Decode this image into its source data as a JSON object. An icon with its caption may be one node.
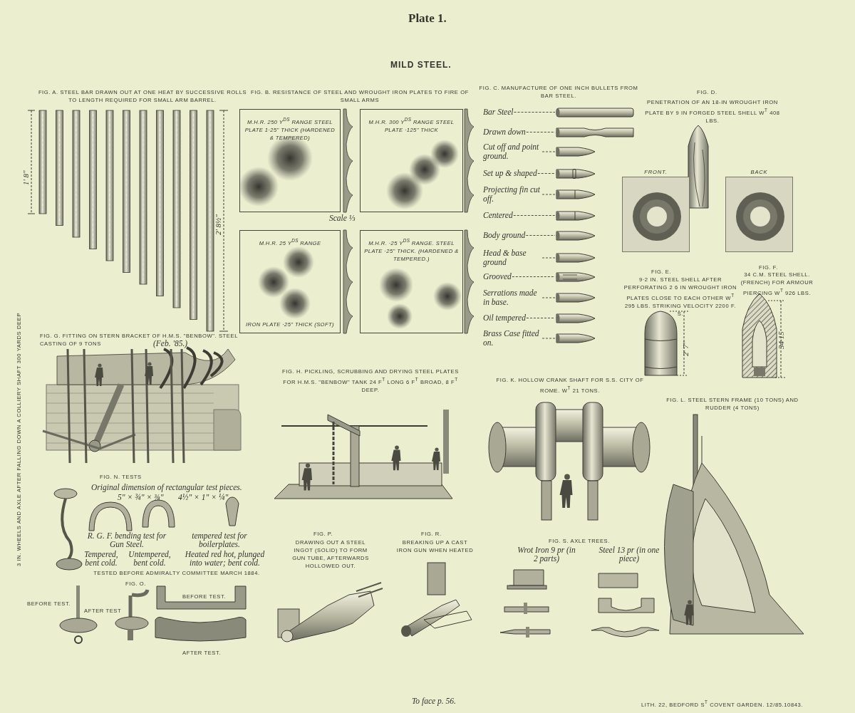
{
  "diagram": {
    "title": "Plate 1.",
    "nodes": [
      {
        "text": [
          "M.H.R. 250 Y$^{DS}$ RANGE STEEL PLATE 1·25\" THICK (HARDENED & TEMPERED)"
        ]
      },
      {
        "text": [
          "M.H.R. 300 Y$^{DS}$ RANGE STEEL PLATE ·125\" THICK"
        ]
      },
      {
        "text": [
          "M.H.R. 25 Y$^{DS}$ RANGE",
          "IRON PLATE ·25\" THICK (SOFT)"
        ]
      },
      {
        "text": [
          "M.H.R. ·25 Y$^{DS}$ RANGE. STEEL PLATE ·25\" THICK. (HARDENED & TEMPERED.)"
        ]
      },
      {
        "text": [
          "FRONT."
        ]
      },
      {
        "text": [
          "BACK"
        ]
      },
      {
        "text": [
          "Bar Steel"
        ]
      },
      {
        "text": [
          "Drawn down"
        ]
      },
      {
        "text": [
          "Cut off and point ground."
        ]
      },
      {
        "text": [
          "Set up & shaped"
        ]
      },
      {
        "text": [
          "Projecting fin cut off."
        ]
      },
      {
        "text": [
          "Centered"
        ]
      },
      {
        "text": [
          "Body ground"
        ]
      },
      {
        "text": [
          "Head & base ground"
        ]
      },
      {
        "text": [
          "Grooved"
        ]
      },
      {
        "text": [
          "Serrations made in base."
        ]
      },
      {
        "text": [
          "Oil tempered"
        ]
      },
      {
        "text": [
          "Brass Case fitted on."
        ]
      },
      {
        "text": [],
        "shape": "picture"
      },
      {
        "text": [],
        "shape": "picture"
      },
      {
        "text": [],
        "shape": "picture"
      },
      {
        "text": [],
        "shape": "picture"
      },
      {
        "text": [],
        "shape": "picture"
      },
      {
        "text": [],
        "shape": "picture"
      },
      {
        "text": [],
        "shape": "picture"
      },
      {
        "text": [],
        "shape": "picture"
      },
      {
        "text": [],
        "shape": "picture"
      },
      {
        "text": [],
        "shape": "picture"
      },
      {
        "text": [],
        "shape": "picture"
      },
      {
        "text": [],
        "shape": "picture"
      }
    ],
    "edges": [
      {
        "from": 6,
        "to": 18,
        "arrow": "none",
        "style": "dashed"
      },
      {
        "from": 7,
        "to": 19,
        "arrow": "none",
        "style": "dashed"
      },
      {
        "from": 8,
        "to": 20,
        "arrow": "none",
        "style": "dashed"
      },
      {
        "from": 9,
        "to": 21,
        "arrow": "none",
        "style": "dashed"
      },
      {
        "from": 10,
        "to": 22,
        "arrow": "none",
        "style": "dashed"
      },
      {
        "from": 11,
        "to": 23,
        "arrow": "none",
        "style": "dashed"
      },
      {
        "from": 12,
        "to": 24,
        "arrow": "none",
        "style": "dashed"
      },
      {
        "from": 13,
        "to": 25,
        "arrow": "none",
        "style": "dashed"
      },
      {
        "from": 14,
        "to": 26,
        "arrow": "none",
        "style": "dashed"
      },
      {
        "from": 15,
        "to": 27,
        "arrow": "none",
        "style": "dashed"
      },
      {
        "from": 16,
        "to": 28,
        "arrow": "none",
        "style": "dashed"
      },
      {
        "from": 17,
        "to": 29,
        "arrow": "none",
        "style": "dashed"
      }
    ],
    "labels": [
      "MILD STEEL.",
      "FIG. A. STEEL BAR DRAWN OUT AT ONE HEAT BY SUCCESSIVE ROLLS TO LENGTH REQUIRED FOR SMALL ARM BARREL.",
      "1' 8\"",
      "2' 8½\"",
      "FIG. B. RESISTANCE OF STEEL AND WROUGHT IRON PLATES TO FIRE OF SMALL ARMS",
      "Scale ⅓",
      "FIG. C. MANUFACTURE OF ONE INCH BULLETS FROM BAR STEEL.",
      "FIG. D.",
      "PENETRATION OF AN 18-IN WROUGHT IRON PLATE BY 9 IN FORGED STEEL SHELL W$^{T}$ 408 LBS.",
      "FIG. E.",
      "9·2 IN. STEEL SHELL AFTER PERFORATING 2 6 IN WROUGHT IRON PLATES CLOSE TO EACH OTHER W$^{T}$ 295 LBS. STRIKING VELOCITY 2200 F. S.",
      "2' 7\"",
      "FIG. F.",
      "34 C.M. STEEL SHELL. (FRENCH) FOR ARMOUR PIERCING W$^{T}$ 926 LBS.",
      "34·15",
      "FIG. G. FITTING ON STERN BRACKET OF H.M.S. \"BENBOW\". STEEL CASTING OF 9 TONS",
      "(Feb. '85.)",
      "FIG. H. PICKLING, SCRUBBING AND DRYING STEEL PLATES FOR H.M.S. \"BENBOW\" TANK 24 F$^{T}$ LONG 6 F$^{T}$ BROAD, 8 F$^{T}$ DEEP.",
      "FIG. K. HOLLOW CRANK SHAFT FOR S.S. CITY OF ROME. W$^{T}$ 21 TONS.",
      "FIG. L. STEEL STERN FRAME (10 TONS) AND RUDDER (4 TONS)",
      "3 IN. WHEELS AND AXLE AFTER FALLING DOWN A COLLIERY SHAFT 300 YARDS DEEP",
      "FIG. N. TESTS",
      "Original dimension of rectangular test pieces.",
      "5\" × ¾\" × ⅜\"",
      "4½\" × 1\" × ¼\"",
      "R. G. F. bending test for Gun Steel.",
      "tempered test for boilerplates.",
      "Tempered, bent cold.",
      "Untempered, bent cold.",
      "Heated red hot, plunged into water; bent cold.",
      "TESTED BEFORE ADMIRALTY COMMITTEE MARCH 1884.",
      "BEFORE TEST.",
      "AFTER TEST",
      "FIG. O.",
      "BEFORE TEST.",
      "AFTER TEST.",
      "FIG. P.",
      "DRAWING OUT A STEEL INGOT (SOLID) TO FORM GUN TUBE, AFTERWARDS HOLLOWED OUT.",
      "FIG. R.",
      "BREAKING UP A CAST IRON GUN WHEN HEATED",
      "FIG. S. AXLE TREES.",
      "Wrot Iron 9 pr (in 2 parts)",
      "Steel 13 pr (in one piece)",
      "To face p. 56.",
      "LITH. 22, BEDFORD S$^{T}$ COVENT GARDEN. 12/85.10843."
    ]
  }
}
